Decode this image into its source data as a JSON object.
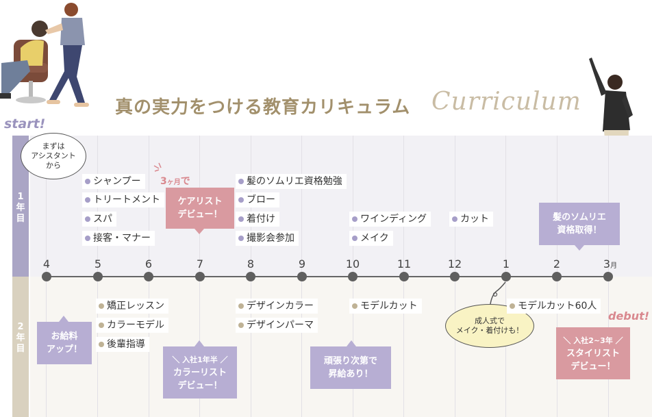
{
  "title": "真の実力をつける教育カリキュラム",
  "script_title": "Curriculum",
  "start_label": "start!",
  "debut_label": "debut!",
  "year1": {
    "label_a": "1",
    "label_b": "年",
    "label_c": "目"
  },
  "year2": {
    "label_a": "2",
    "label_b": "年",
    "label_c": "目"
  },
  "months": [
    "4",
    "5",
    "6",
    "7",
    "8",
    "9",
    "10",
    "11",
    "12",
    "1",
    "2",
    "3"
  ],
  "month_suffix": "月",
  "cloud_start": {
    "line1": "まずは",
    "line2": "アシスタント",
    "line3": "から"
  },
  "note_3months": {
    "num": "3",
    "unit": "ヶ月",
    "tail": "で"
  },
  "y1_items": {
    "may": [
      "シャンプー",
      "トリートメント",
      "スパ",
      "接客・マナー"
    ],
    "aug": [
      "髪のソムリエ資格勉強",
      "ブロー",
      "着付け",
      "撮影会参加"
    ],
    "oct": [
      "ワインディング",
      "メイク"
    ],
    "dec": [
      "カット"
    ]
  },
  "care_debut": {
    "line1": "ケアリスト",
    "line2": "デビュー！"
  },
  "sommelier": {
    "line1": "髪のソムリエ",
    "line2": "資格取得！"
  },
  "y2_items": {
    "may": [
      "矯正レッスン",
      "カラーモデル",
      "後輩指導"
    ],
    "aug": [
      "デザインカラー",
      "デザインパーマ"
    ],
    "oct": [
      "モデルカット"
    ],
    "jan": [
      "モデルカット60人"
    ]
  },
  "salary_up": {
    "line1": "お給料",
    "line2": "アップ！"
  },
  "color_debut": {
    "sub": "＼ 入社1年半 ／",
    "line1": "カラーリスト",
    "line2": "デビュー！"
  },
  "raise": {
    "line1": "頑張り次第で",
    "line2": "昇給あり！"
  },
  "cloud_ceremony": {
    "line1": "成人式で",
    "line2": "メイク・着付けも！"
  },
  "stylist_debut": {
    "sub": "＼ 入社2~3年 ／",
    "line1": "スタイリスト",
    "line2": "デビュー！"
  },
  "colors": {
    "lavender": "#b7aed3",
    "pink": "#d99aa0",
    "beige": "#d9d1bf",
    "gold": "#a2906c"
  }
}
